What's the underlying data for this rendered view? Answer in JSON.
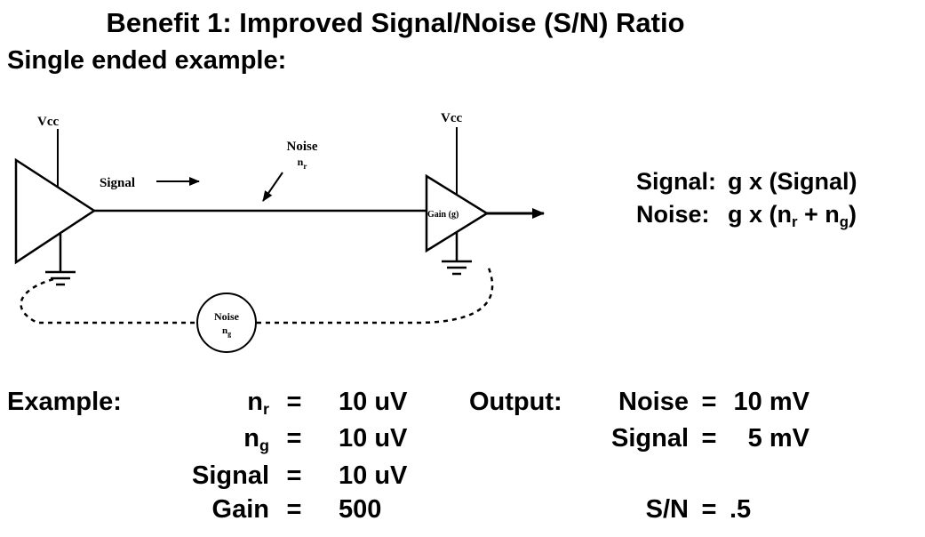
{
  "title": "Benefit 1: Improved Signal/Noise (S/N) Ratio",
  "subtitle": "Single ended example:",
  "diagram": {
    "vcc_left": "Vcc",
    "vcc_right": "Vcc",
    "signal_label": "Signal",
    "noise_r": {
      "line1": "Noise",
      "sym": "n",
      "sub": "r"
    },
    "gain_label": "Gain (g)",
    "noise_g": {
      "line1": "Noise",
      "sym": "n",
      "sub": "g"
    }
  },
  "formulas": {
    "signal": {
      "label": "Signal:",
      "value": "g x (Signal)"
    },
    "noise": {
      "label": "Noise:",
      "p1": "g x (n",
      "sub1": "r",
      "p2": " + n",
      "sub2": "g",
      "p3": ")"
    }
  },
  "example": {
    "label": "Example:",
    "equals": "=",
    "rows": [
      {
        "sym": "n",
        "sub": "r",
        "value": "10 uV"
      },
      {
        "sym": "n",
        "sub": "g",
        "value": "10 uV"
      },
      {
        "sym": "Signal",
        "sub": "",
        "value": "10 uV"
      },
      {
        "sym": "Gain",
        "sub": "",
        "value": "500"
      }
    ]
  },
  "output": {
    "label": "Output:",
    "equals": "=",
    "rows": [
      {
        "name": "Noise",
        "value": "10 mV"
      },
      {
        "name": "Signal",
        "value": "5 mV"
      }
    ],
    "sn_name": "S/N",
    "sn_value": ".5"
  }
}
